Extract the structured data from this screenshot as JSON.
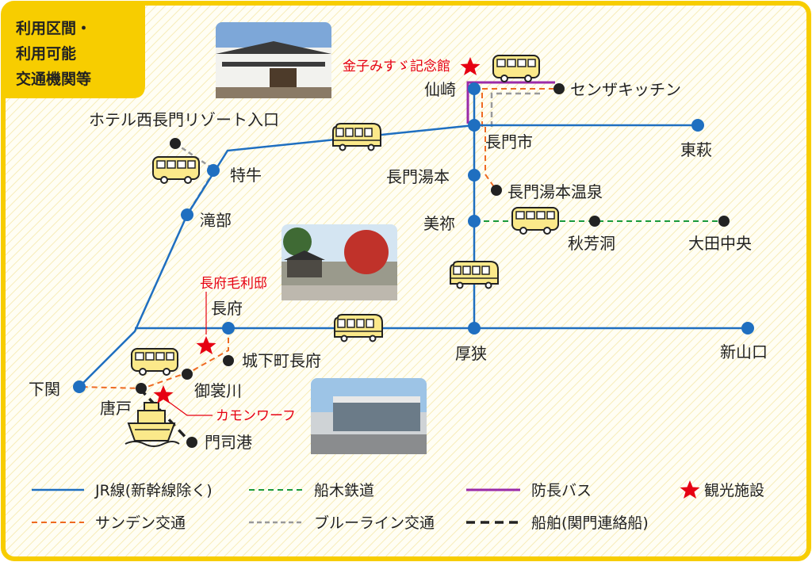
{
  "title": {
    "line1": "利用区間・",
    "line2": "利用可能",
    "line3": "交通機関等"
  },
  "stations": {
    "senzaki": "仙崎",
    "nagatoshi": "長門市",
    "higashihagi": "東萩",
    "nagato_yumoto": "長門湯本",
    "mine": "美祢",
    "asa": "厚狭",
    "shin_yamaguchi": "新山口",
    "chofu": "長府",
    "shimonoseki": "下関",
    "takibe": "滝部",
    "tokugyu": "特牛"
  },
  "stops": {
    "senza_kitchen": "センザキッチン",
    "yumoto_onsen": "長門湯本温泉",
    "akiyoshido": "秋芳洞",
    "ota_chuo": "大田中央",
    "hotel": "ホテル西長門リゾート入口",
    "jokamachi": "城下町長府",
    "mimosusogawa": "御裳川",
    "karato": "唐戸",
    "mojiko": "門司港"
  },
  "sights": {
    "kaneko": "金子みすゞ記念館",
    "mouri": "長府毛利邸",
    "kamon": "カモンワーフ"
  },
  "legend": {
    "jr": "JR線(新幹線除く)",
    "funaki": "船木鉄道",
    "bocho": "防長バス",
    "sightseeing": "観光施設",
    "sanden": "サンデン交通",
    "blueline": "ブルーライン交通",
    "ship": "船舶(関門連絡船)"
  },
  "colors": {
    "frame": "#f7cd00",
    "jr": "#1f6fc0",
    "funaki": "#1a9a3c",
    "bocho": "#9b2aa8",
    "sanden": "#ee6a22",
    "blueline": "#999999",
    "ship": "#222222",
    "star": "#e60012",
    "vehicle": "#fbe98a"
  }
}
